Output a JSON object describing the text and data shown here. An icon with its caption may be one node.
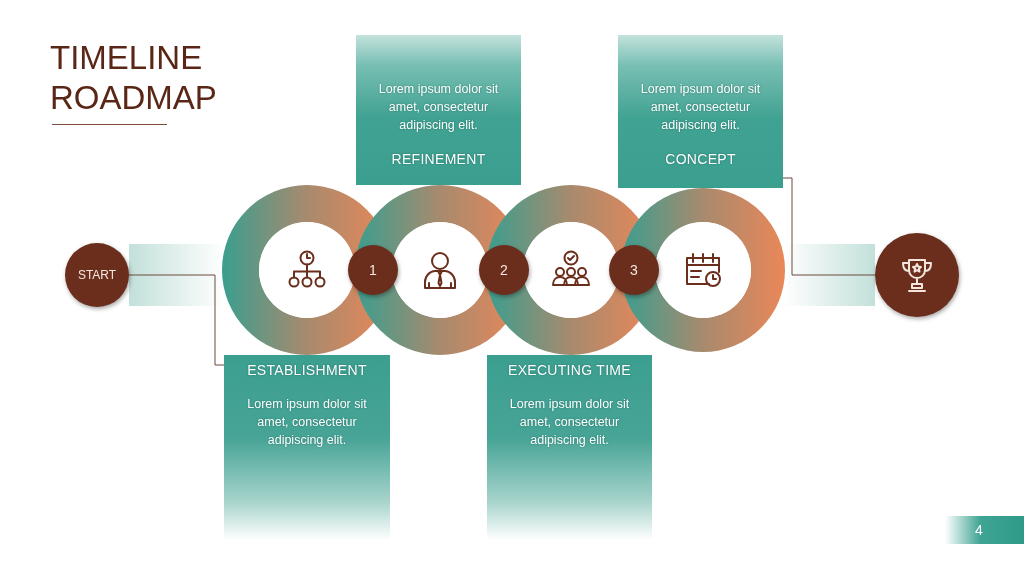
{
  "diagram": {
    "title": "TIMELINE ROADMAP",
    "nodes": [
      {
        "text": [
          "START"
        ]
      },
      {
        "text": [
          "ESTABLISHMENT",
          "Lorem ipsum dolor sit amet, consectetur adipiscing elit."
        ]
      },
      {
        "text": [
          "1"
        ]
      },
      {
        "text": [
          "Lorem ipsum dolor sit amet, consectetur adipiscing elit.",
          "REFINEMENT"
        ]
      },
      {
        "text": [
          "2"
        ]
      },
      {
        "text": [
          "EXECUTING TIME",
          "Lorem ipsum dolor sit amet, consectetur adipiscing elit."
        ]
      },
      {
        "text": [
          "3"
        ]
      },
      {
        "text": [
          "Lorem ipsum dolor sit amet, consectetur adipiscing elit.",
          "CONCEPT"
        ]
      },
      {
        "text": [],
        "shape": "circle"
      }
    ],
    "edges": [
      {
        "from": 0,
        "to": 1,
        "arrow": "none"
      },
      {
        "from": 7,
        "to": 8,
        "arrow": "none"
      }
    ],
    "labels": [
      "4"
    ]
  }
}
